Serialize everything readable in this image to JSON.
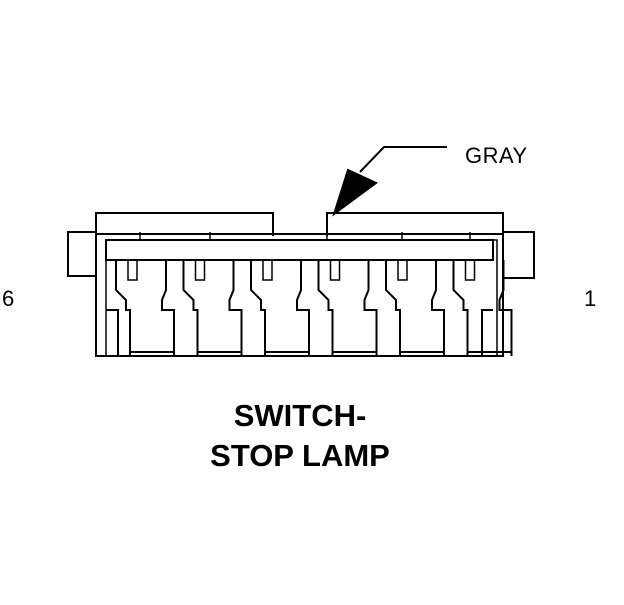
{
  "connector": {
    "wire_color_label": "GRAY",
    "pin_left_label": "6",
    "pin_right_label": "1",
    "title_line1": "SWITCH-",
    "title_line2": "STOP LAMP",
    "cavity_count": 6
  },
  "colors": {
    "line": "#000000",
    "background": "#ffffff"
  }
}
